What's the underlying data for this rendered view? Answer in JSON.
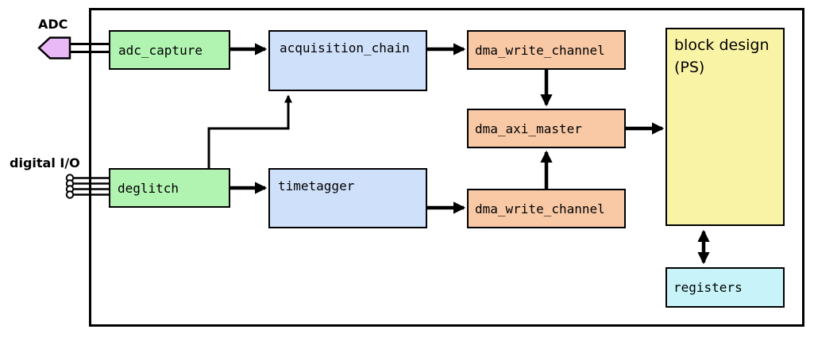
{
  "diagram": {
    "ports": {
      "adc": {
        "label": "ADC",
        "connector": "plum-pentagon",
        "wires": 2
      },
      "digital_io": {
        "label": "digital I/O",
        "connector": "pin-circles",
        "wires": 4
      }
    },
    "blocks": {
      "adc_capture": {
        "label": "adc_capture",
        "fill": "#b1f4b1"
      },
      "deglitch": {
        "label": "deglitch",
        "fill": "#b1f4b1"
      },
      "acquisition_chain": {
        "label": "acquisition_chain",
        "fill": "#cfe0fa"
      },
      "timetagger": {
        "label": "timetagger",
        "fill": "#cfe0fa"
      },
      "dma_write_channel_top": {
        "label": "dma_write_channel",
        "fill": "#f9c9a6"
      },
      "dma_axi_master": {
        "label": "dma_axi_master",
        "fill": "#f9c9a6"
      },
      "dma_write_channel_bottom": {
        "label": "dma_write_channel",
        "fill": "#f9c9a6"
      },
      "block_design": {
        "label_line1": "block design",
        "label_line2": "(PS)",
        "fill": "#f9f3a6"
      },
      "registers": {
        "label": "registers",
        "fill": "#c8f4f9"
      }
    },
    "connector_fill": "#e9b9f7",
    "line_color": "#000000",
    "background": "#ffffff",
    "connections": [
      {
        "from": "ADC",
        "to": "adc_capture",
        "style": "double-line"
      },
      {
        "from": "digital I/O",
        "to": "deglitch",
        "style": "quad-line-pins"
      },
      {
        "from": "adc_capture",
        "to": "acquisition_chain",
        "style": "arrow"
      },
      {
        "from": "acquisition_chain",
        "to": "dma_write_channel_top",
        "style": "arrow"
      },
      {
        "from": "dma_write_channel_top",
        "to": "dma_axi_master",
        "style": "arrow-down"
      },
      {
        "from": "dma_axi_master",
        "to": "block_design",
        "style": "arrow"
      },
      {
        "from": "deglitch",
        "to": "acquisition_chain",
        "style": "elbow-arrow-up"
      },
      {
        "from": "deglitch",
        "to": "timetagger",
        "style": "arrow"
      },
      {
        "from": "timetagger",
        "to": "dma_write_channel_bottom",
        "style": "arrow"
      },
      {
        "from": "dma_write_channel_bottom",
        "to": "dma_axi_master",
        "style": "arrow-up"
      },
      {
        "from": "block_design",
        "to": "registers",
        "style": "double-headed-arrow"
      }
    ]
  }
}
